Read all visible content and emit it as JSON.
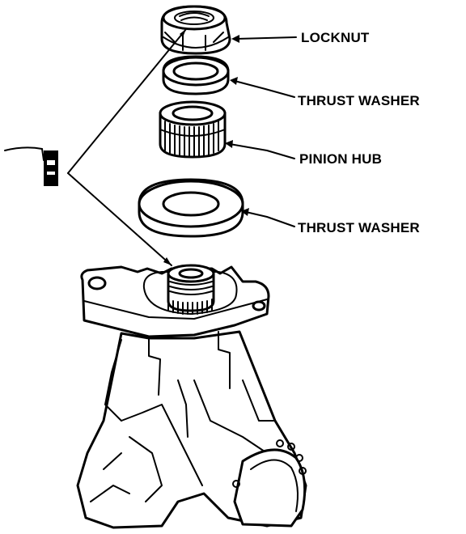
{
  "labels": {
    "locknut": "LOCKNUT",
    "thrust_washer_upper": "THRUST WASHER",
    "pinion_hub": "PINION HUB",
    "thrust_washer_lower": "THRUST WASHER"
  },
  "colors": {
    "ink": "#000000",
    "background": "#ffffff"
  }
}
